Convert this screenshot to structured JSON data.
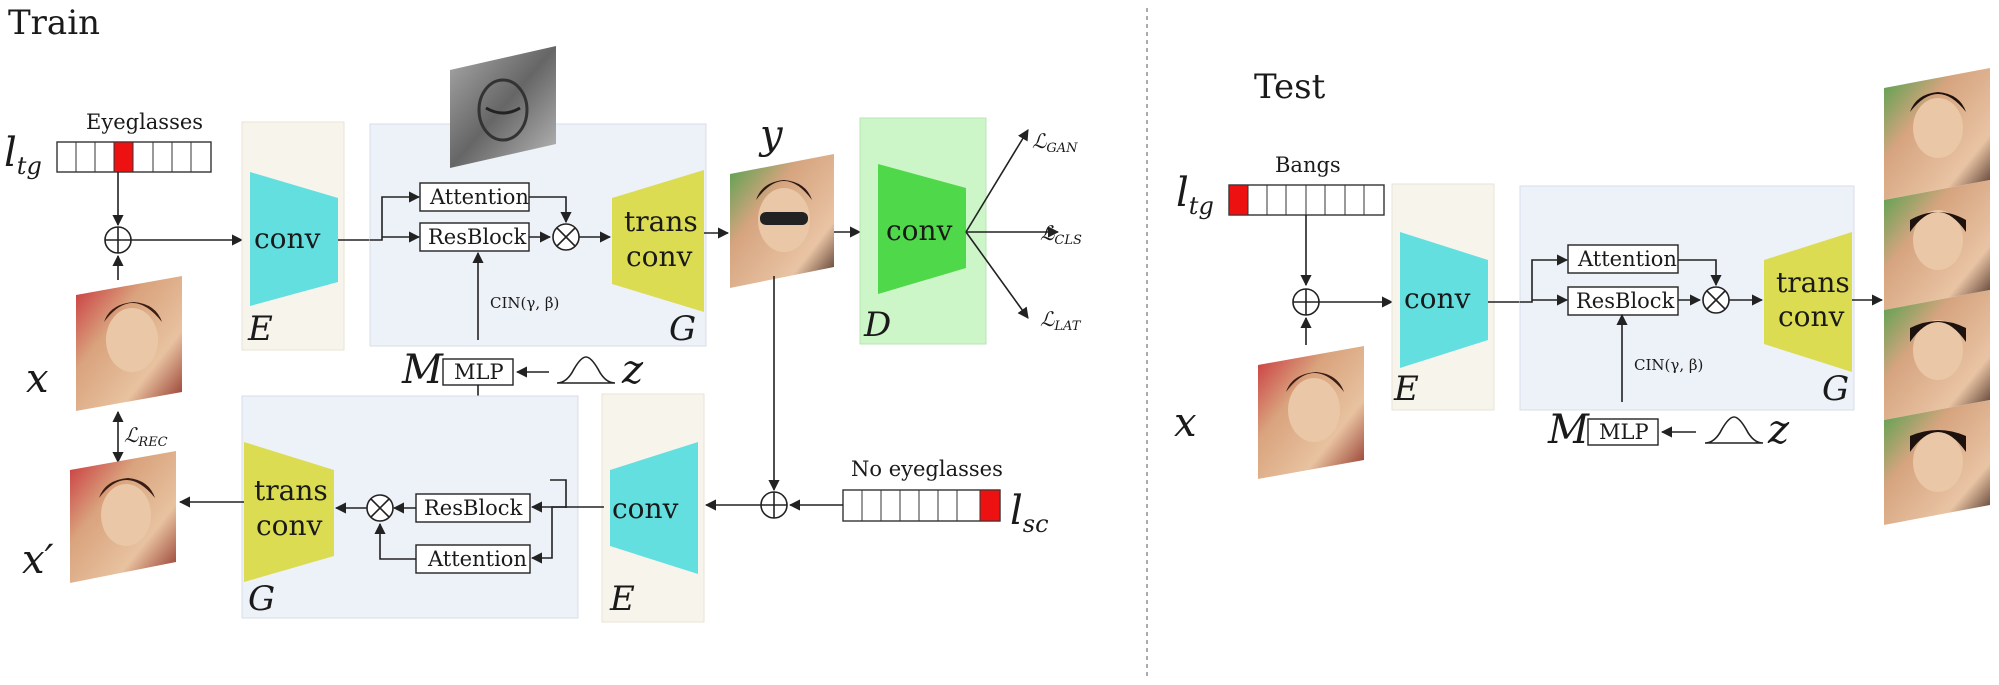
{
  "train": {
    "title": "Train",
    "attr_target": "Eyeglasses",
    "attr_source": "No eyeglasses",
    "l_tg": "l",
    "l_tg_sub": "tg",
    "l_sc": "l",
    "l_sc_sub": "sc",
    "x": "x",
    "x_prime": "x′",
    "y": "y",
    "E": "E",
    "G": "G",
    "D": "D",
    "M": "M",
    "z": "z",
    "conv": "conv",
    "trans": "trans",
    "trans_conv": "conv",
    "attention": "Attention",
    "resblock": "ResBlock",
    "mlp": "MLP",
    "cin": "CIN(γ, β)",
    "loss_gan": "ℒGAN",
    "loss_cls": "ℒCLS",
    "loss_lat": "ℒLAT",
    "loss_rec": "ℒREC",
    "loss_sym": "ℒ",
    "gan_sub": "GAN",
    "cls_sub": "CLS",
    "lat_sub": "LAT",
    "rec_sub": "REC"
  },
  "test": {
    "title": "Test",
    "attr_target": "Bangs",
    "l_tg": "l",
    "l_tg_sub": "tg",
    "x": "x",
    "E": "E",
    "G": "G",
    "M": "M",
    "z": "z",
    "conv": "conv",
    "trans": "trans",
    "trans_conv": "conv",
    "attention": "Attention",
    "resblock": "ResBlock",
    "mlp": "MLP",
    "cin": "CIN(γ, β)"
  },
  "colors": {
    "encoder_bg": "#f7f4ec",
    "generator_bg": "#edf1f8",
    "discriminator_bg": "#ccf5c8",
    "conv_cyan": "#63dfe0",
    "trans_yellow": "#dcdc52",
    "disc_green": "#4fd84a",
    "active_cell": "#ee1111"
  }
}
